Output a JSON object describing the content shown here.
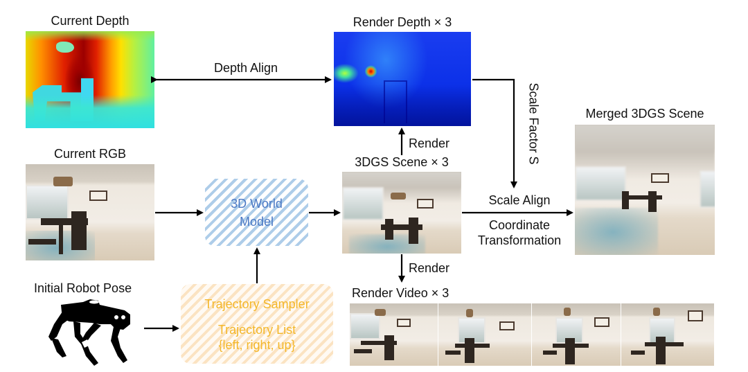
{
  "labels": {
    "current_depth": "Current Depth",
    "render_depth": "Render Depth × 3",
    "depth_align": "Depth Align",
    "scale_factor": "Scale Factor S",
    "merged_scene": "Merged 3DGS Scene",
    "current_rgb": "Current RGB",
    "render_up": "Render",
    "gs_scene": "3DGS Scene × 3",
    "scale_align": "Scale Align",
    "coordinate_transformation": "Coordinate Transformation",
    "coordinate_line1": "Coordinate",
    "coordinate_line2": "Transformation",
    "render_down": "Render",
    "render_video": "Render Video × 3",
    "initial_robot_pose": "Initial Robot Pose"
  },
  "boxes": {
    "world_model": {
      "line1": "3D World",
      "line2": "Model",
      "color": "#4a78c4",
      "hatch_color": "#aecde9"
    },
    "trajectory_sampler": {
      "title": "Trajectory Sampler",
      "list_label": "Trajectory List",
      "list_values": "{left, right, up}",
      "color": "#f4b72a",
      "hatch_color": "#fbe3c2"
    }
  },
  "images": {
    "current_depth": "depth-colormap-image",
    "render_depth": "rendered-depth-colormap-image",
    "current_rgb": "rgb-room-photo",
    "gs_scene": "3dgs-render-image",
    "merged_scene": "merged-3dgs-render-image",
    "video_frames": [
      "frame-1",
      "frame-2",
      "frame-3",
      "frame-4"
    ]
  },
  "colors": {
    "arrow": "#000000",
    "text": "#111111"
  }
}
